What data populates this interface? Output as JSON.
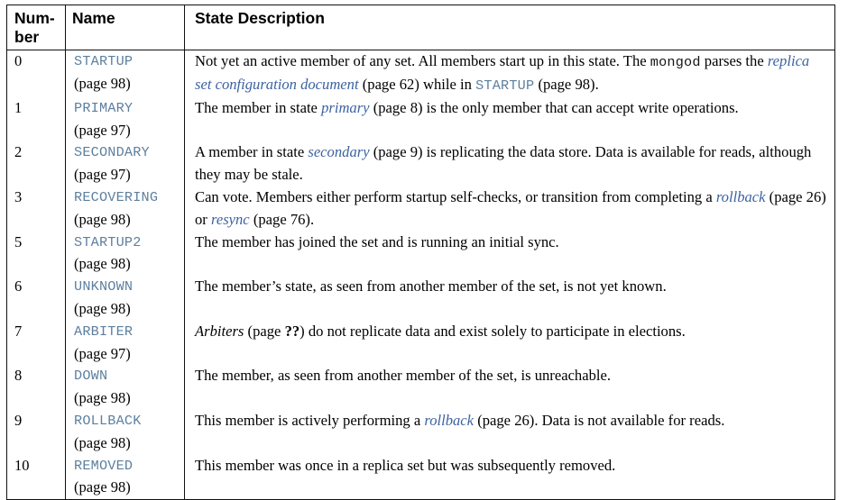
{
  "table": {
    "headers": {
      "number": "Num-\nber",
      "number_line1": "Num-",
      "number_line2": "ber",
      "name": "Name",
      "description": "State Description"
    },
    "colors": {
      "state_name_blue": "#5d7f9e",
      "link_blue": "#3c62a0",
      "border": "#101010",
      "text": "#000000",
      "background": "#ffffff"
    },
    "rows": [
      {
        "number": "0",
        "state": "STARTUP",
        "page_ref": "(page 98)",
        "description_runs": [
          {
            "text": "Not yet an active member of any set. All members start up in this state. The ",
            "style": "plain"
          },
          {
            "text": "mongod",
            "style": "mono-plain"
          },
          {
            "text": " parses the ",
            "style": "plain"
          },
          {
            "text": "replica set configuration document",
            "style": "link"
          },
          {
            "text": " (page 62) while in ",
            "style": "plain"
          },
          {
            "text": "STARTUP",
            "style": "literal"
          },
          {
            "text": " (page 98).",
            "style": "plain"
          }
        ]
      },
      {
        "number": "1",
        "state": "PRIMARY",
        "page_ref": "(page 97)",
        "description_runs": [
          {
            "text": "The member in state ",
            "style": "plain"
          },
          {
            "text": "primary",
            "style": "link"
          },
          {
            "text": " (page 8) is the only member that can accept write operations.",
            "style": "plain"
          }
        ]
      },
      {
        "number": "2",
        "state": "SECONDARY",
        "page_ref": "(page 97)",
        "description_runs": [
          {
            "text": "A member in state ",
            "style": "plain"
          },
          {
            "text": "secondary",
            "style": "link"
          },
          {
            "text": " (page 9) is replicating the data store. Data is available for reads, although they may be stale.",
            "style": "plain"
          }
        ]
      },
      {
        "number": "3",
        "state": "RECOVERING",
        "page_ref": "(page 98)",
        "description_runs": [
          {
            "text": "Can vote. Members either perform startup self-checks, or transition from completing a ",
            "style": "plain"
          },
          {
            "text": "rollback",
            "style": "link"
          },
          {
            "text": " (page 26) or ",
            "style": "plain"
          },
          {
            "text": "resync",
            "style": "link"
          },
          {
            "text": " (page 76).",
            "style": "plain"
          }
        ]
      },
      {
        "number": "5",
        "state": "STARTUP2",
        "page_ref": "(page 98)",
        "description_runs": [
          {
            "text": "The member has joined the set and is running an initial sync.",
            "style": "plain"
          }
        ]
      },
      {
        "number": "6",
        "state": "UNKNOWN",
        "page_ref": "(page 98)",
        "description_runs": [
          {
            "text": "The member’s state, as seen from another member of the set, is not yet known.",
            "style": "plain"
          }
        ]
      },
      {
        "number": "7",
        "state": "ARBITER",
        "page_ref": "(page 97)",
        "description_runs": [
          {
            "text": "Arbiters",
            "style": "em-black"
          },
          {
            "text": " (page ",
            "style": "plain"
          },
          {
            "text": "??",
            "style": "broken-ref"
          },
          {
            "text": ") do not replicate data and exist solely to participate in elections.",
            "style": "plain"
          }
        ]
      },
      {
        "number": "8",
        "state": "DOWN",
        "page_ref": "(page 98)",
        "description_runs": [
          {
            "text": "The member, as seen from another member of the set, is unreachable.",
            "style": "plain"
          }
        ]
      },
      {
        "number": "9",
        "state": "ROLLBACK",
        "page_ref": "(page 98)",
        "description_runs": [
          {
            "text": "This member is actively performing a ",
            "style": "plain"
          },
          {
            "text": "rollback",
            "style": "link"
          },
          {
            "text": " (page 26). Data is not available for reads.",
            "style": "plain"
          }
        ]
      },
      {
        "number": "10",
        "state": "REMOVED",
        "page_ref": "(page 98)",
        "description_runs": [
          {
            "text": "This member was once in a replica set but was subsequently removed.",
            "style": "plain"
          }
        ]
      }
    ]
  }
}
